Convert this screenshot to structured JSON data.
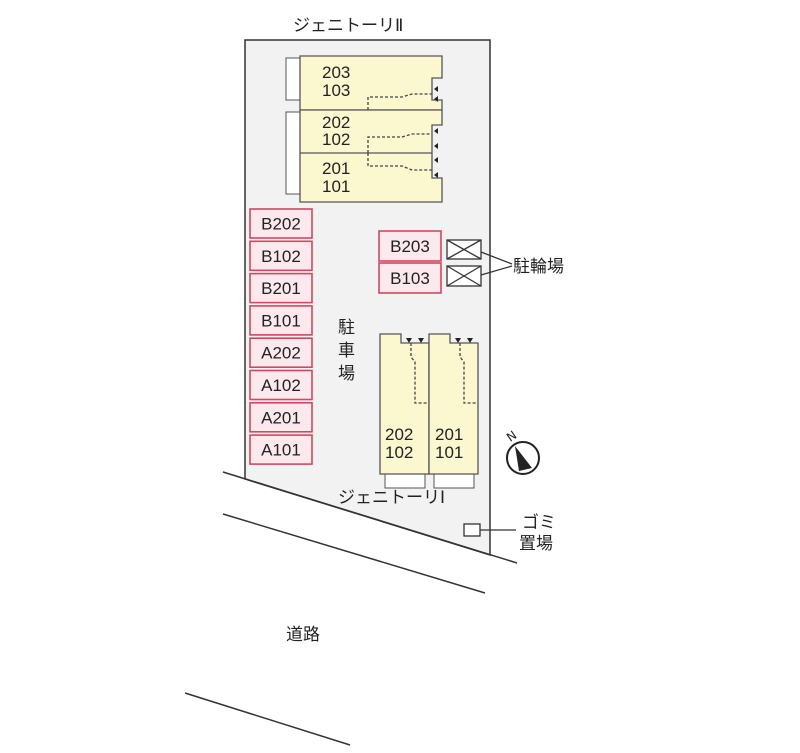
{
  "title_north": "ジェニトーリⅡ",
  "title_south": "ジェニトーリⅠ",
  "north_building_units": [
    {
      "upper": "203",
      "lower": "103"
    },
    {
      "upper": "202",
      "lower": "102"
    },
    {
      "upper": "201",
      "lower": "101"
    }
  ],
  "south_building_units": [
    {
      "upper": "202",
      "lower": "102"
    },
    {
      "upper": "201",
      "lower": "101"
    }
  ],
  "parking_spaces": [
    "B202",
    "B102",
    "B201",
    "B101",
    "A202",
    "A102",
    "A201",
    "A101"
  ],
  "parking_spaces_right": [
    "B203",
    "B103"
  ],
  "labels": {
    "parking": [
      "駐",
      "車",
      "場"
    ],
    "bicycle_parking": "駐輪場",
    "garbage": [
      "ゴミ",
      "置場"
    ],
    "road": "道路",
    "north": "N"
  },
  "colors": {
    "building": "#fbf8d0",
    "parking_border": "#d2485f",
    "parking_fill": "#fbe9ee",
    "lot": "#f2f2f2"
  }
}
